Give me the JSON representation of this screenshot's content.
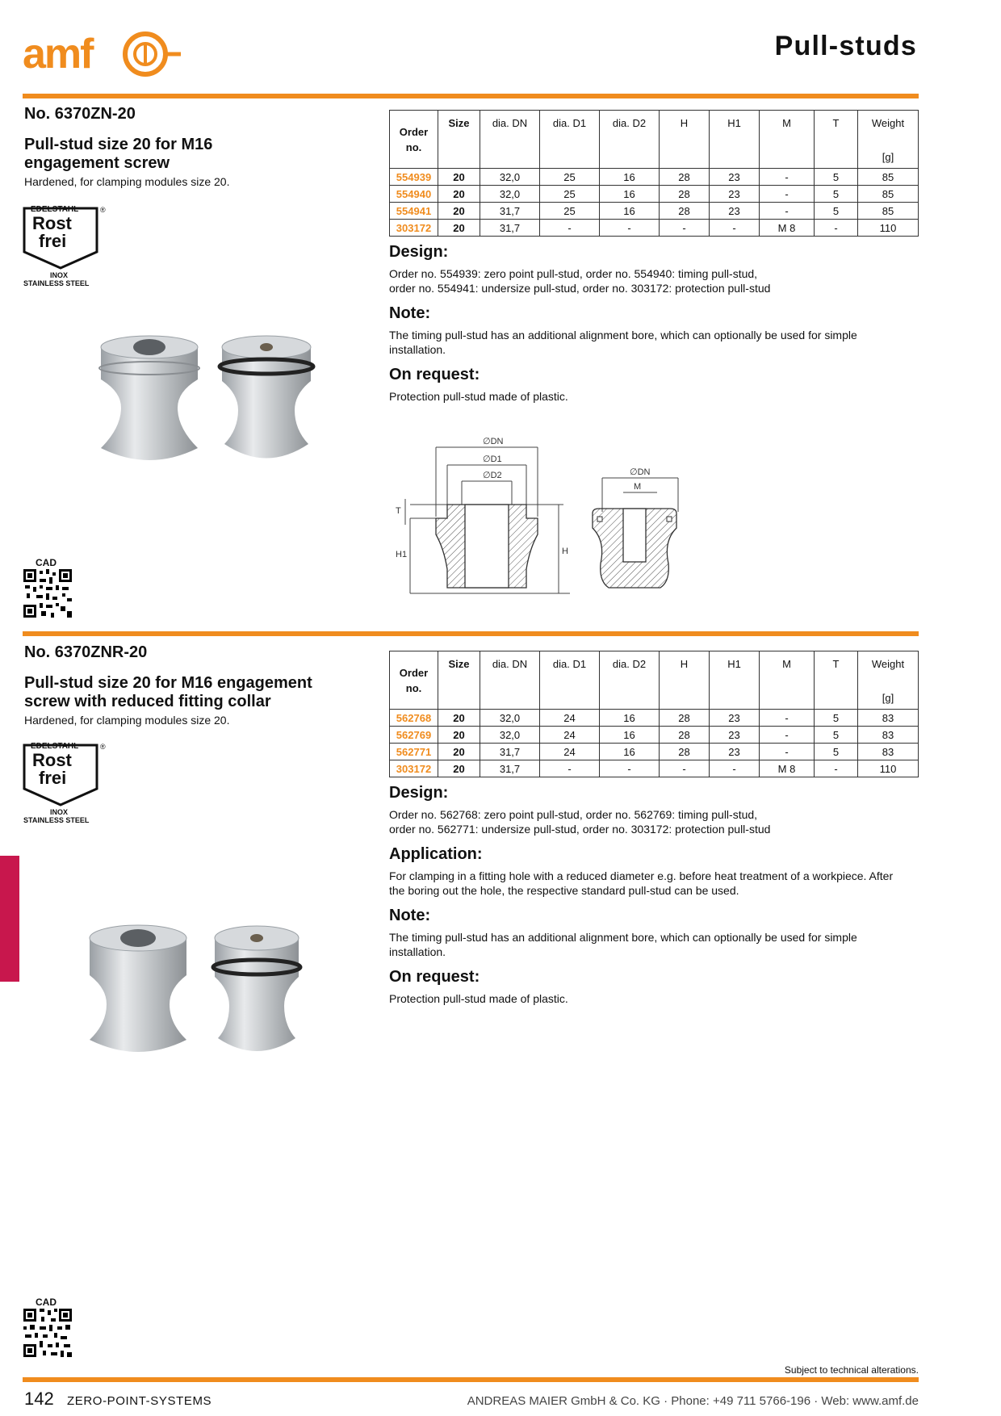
{
  "header": {
    "logo_text": "amf",
    "page_title": "Pull-studs"
  },
  "badge": {
    "top": "EDELSTAHL",
    "word1": "Rost",
    "word2": "frei",
    "mark": "®",
    "inox": "INOX",
    "stainless": "STAINLESS STEEL"
  },
  "cad_label": "CAD",
  "table_headers": {
    "order": "Order",
    "order_no": "no.",
    "size": "Size",
    "dn": "dia. DN",
    "d1": "dia. D1",
    "d2": "dia. D2",
    "h": "H",
    "h1": "H1",
    "m": "M",
    "t": "T",
    "weight": "Weight",
    "weight_unit": "[g]"
  },
  "products": [
    {
      "number": "No. 6370ZN-20",
      "title": "Pull-stud size 20 for M16 engagement screw",
      "subtitle": "Hardened, for clamping modules size 20.",
      "rows": [
        {
          "order": "554939",
          "size": "20",
          "dn": "32,0",
          "d1": "25",
          "d2": "16",
          "h": "28",
          "h1": "23",
          "m": "-",
          "t": "5",
          "weight": "85"
        },
        {
          "order": "554940",
          "size": "20",
          "dn": "32,0",
          "d1": "25",
          "d2": "16",
          "h": "28",
          "h1": "23",
          "m": "-",
          "t": "5",
          "weight": "85"
        },
        {
          "order": "554941",
          "size": "20",
          "dn": "31,7",
          "d1": "25",
          "d2": "16",
          "h": "28",
          "h1": "23",
          "m": "-",
          "t": "5",
          "weight": "85"
        },
        {
          "order": "303172",
          "size": "20",
          "dn": "31,7",
          "d1": "-",
          "d2": "-",
          "h": "-",
          "h1": "-",
          "m": "M 8",
          "t": "-",
          "weight": "110"
        }
      ],
      "sections": [
        {
          "heading": "Design:",
          "text": "Order no. 554939: zero point pull-stud, order no. 554940: timing pull-stud,",
          "text2": "order no. 554941: undersize pull-stud, order no. 303172: protection pull-stud"
        },
        {
          "heading": "Note:",
          "text": "The timing pull-stud has an additional alignment bore, which can optionally be used for simple",
          "text2": "installation."
        },
        {
          "heading": "On request:",
          "text": "Protection pull-stud made of plastic.",
          "text2": ""
        }
      ]
    },
    {
      "number": "No. 6370ZNR-20",
      "title": "Pull-stud size 20 for M16 engagement screw with reduced fitting collar",
      "subtitle": "Hardened, for clamping modules size 20.",
      "rows": [
        {
          "order": "562768",
          "size": "20",
          "dn": "32,0",
          "d1": "24",
          "d2": "16",
          "h": "28",
          "h1": "23",
          "m": "-",
          "t": "5",
          "weight": "83"
        },
        {
          "order": "562769",
          "size": "20",
          "dn": "32,0",
          "d1": "24",
          "d2": "16",
          "h": "28",
          "h1": "23",
          "m": "-",
          "t": "5",
          "weight": "83"
        },
        {
          "order": "562771",
          "size": "20",
          "dn": "31,7",
          "d1": "24",
          "d2": "16",
          "h": "28",
          "h1": "23",
          "m": "-",
          "t": "5",
          "weight": "83"
        },
        {
          "order": "303172",
          "size": "20",
          "dn": "31,7",
          "d1": "-",
          "d2": "-",
          "h": "-",
          "h1": "-",
          "m": "M 8",
          "t": "-",
          "weight": "110"
        }
      ],
      "sections": [
        {
          "heading": "Design:",
          "text": "Order no. 562768: zero point pull-stud, order no. 562769: timing pull-stud,",
          "text2": "order no. 562771: undersize pull-stud, order no. 303172: protection pull-stud"
        },
        {
          "heading": "Application:",
          "text": "For clamping in a fitting hole with a reduced diameter e.g. before heat treatment of a workpiece. After",
          "text2": "the boring out the hole, the respective standard pull-stud can be used."
        },
        {
          "heading": "Note:",
          "text": "The timing pull-stud has an additional alignment bore, which can optionally be used for simple",
          "text2": "installation."
        },
        {
          "heading": "On request:",
          "text": "Protection pull-stud made of plastic.",
          "text2": ""
        }
      ]
    }
  ],
  "drawing_labels": {
    "dn": "∅DN",
    "d1": "∅D1",
    "d2": "∅D2",
    "t": "T",
    "h1": "H1",
    "h": "H",
    "dn_right": "∅DN",
    "m": "M"
  },
  "footer": {
    "disclaimer": "Subject to technical alterations.",
    "page_number": "142",
    "section_name": "ZERO-POINT-SYSTEMS",
    "company": "ANDREAS MAIER GmbH & Co. KG · Phone: +49 711 5766-196 · Web: www.amf.de"
  },
  "colors": {
    "brand_orange": "#f08c1e",
    "side_tab": "#c8174d"
  }
}
